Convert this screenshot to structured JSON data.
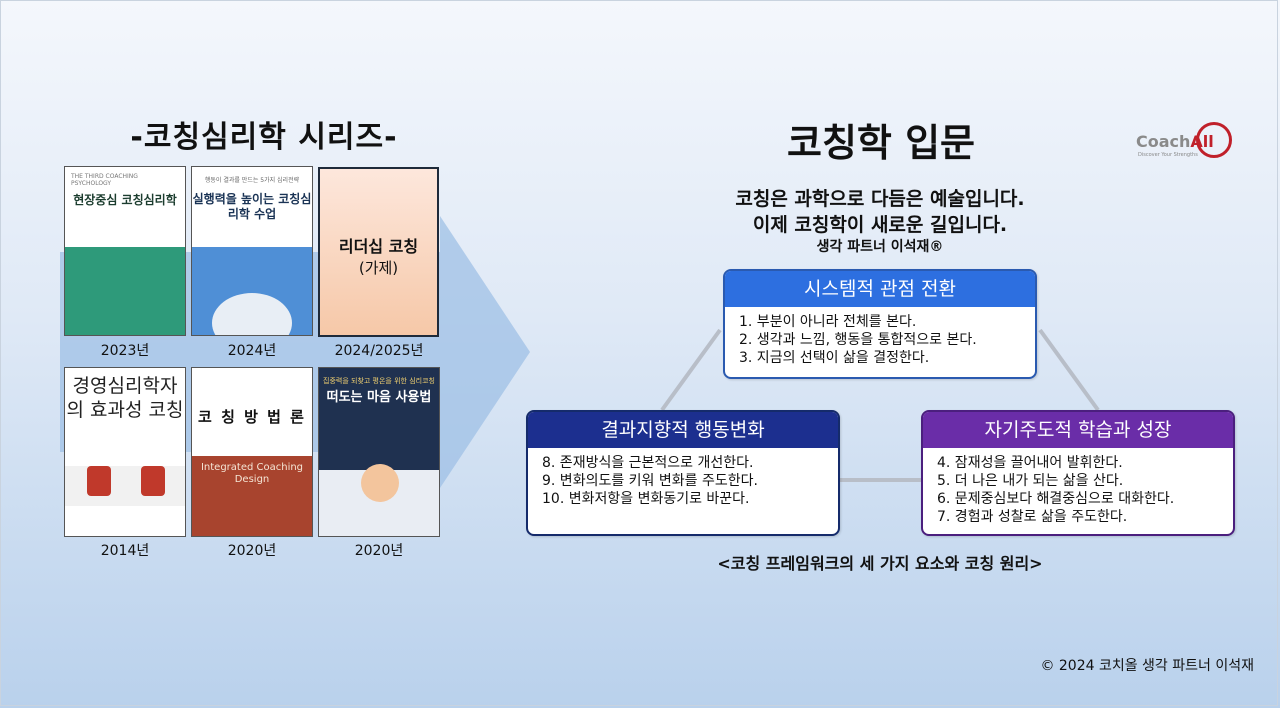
{
  "slide": {
    "series_title": "-코칭심리학 시리즈-",
    "main_title": "코칭학 입문",
    "tagline_line1": "코칭은 과학으로 다듬은 예술입니다.",
    "tagline_line2": "이제 코칭학이 새로운 길입니다.",
    "tagline_author": "생각 파트너 이석재®",
    "caption": "<코칭 프레임워크의 세 가지 요소와 코칭 원리>",
    "copyright": "© 2024 코치올 생각 파트너 이석재"
  },
  "logo": {
    "word_a": "Coach",
    "word_b": "All",
    "tagline": "Discover Your Strengths"
  },
  "books": [
    {
      "title": "현장중심 코칭심리학",
      "eyebrow": "THE THIRD COACHING PSYCHOLOGY",
      "year": "2023년"
    },
    {
      "title": "실행력을 높이는 코칭심리학 수업",
      "eyebrow": "행동이 결과를 만드는 5가지 심리전략",
      "year": "2024년"
    },
    {
      "title": "리더십 코칭",
      "subtitle": "(가제)",
      "year": "2024/2025년"
    },
    {
      "title": "경영심리학자의 효과성 코칭",
      "year": "2014년"
    },
    {
      "title": "코 칭 방 법 론",
      "english": "Integrated Coaching Design",
      "year": "2020년"
    },
    {
      "title": "떠도는 마음 사용법",
      "eyebrow": "집중력을 되찾고 평온을 위한 심리코칭",
      "year": "2020년"
    }
  ],
  "cards": [
    {
      "title": "시스템적 관점 전환",
      "items": [
        "1. 부분이 아니라 전체를 본다.",
        "2. 생각과 느낌, 행동을 통합적으로 본다.",
        "3. 지금의 선택이 삶을 결정한다."
      ]
    },
    {
      "title": "결과지향적 행동변화",
      "items": [
        "8. 존재방식을 근본적으로 개선한다.",
        "9. 변화의도를 키워 변화를 주도한다.",
        "10. 변화저항을 변화동기로 바꾼다."
      ]
    },
    {
      "title": "자기주도적 학습과 성장",
      "items": [
        "4. 잠재성을 끌어내어 발휘한다.",
        "5. 더 나은 내가 되는 삶을 산다.",
        "6. 문제중심보다 해결중심으로 대화한다.",
        "7. 경험과 성찰로 삶을 주도한다."
      ]
    }
  ],
  "colors": {
    "card_blue": "#2d6fe0",
    "card_navy": "#1c2f8f",
    "card_purple": "#6a2da8",
    "arrow": "#9fc0e6"
  }
}
